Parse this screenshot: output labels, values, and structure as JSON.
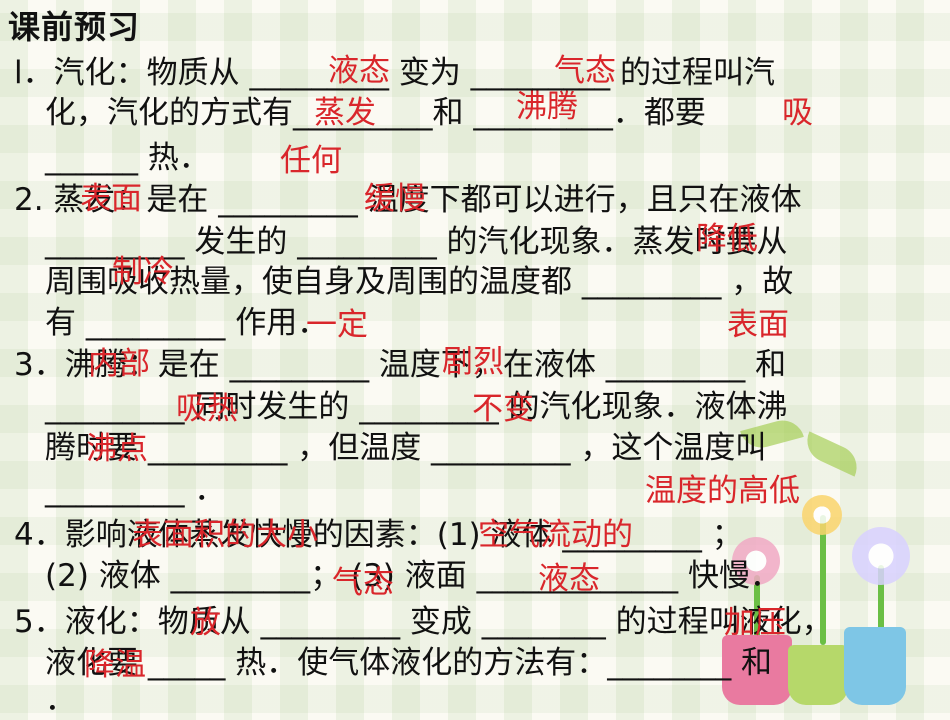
{
  "title": "课前预习",
  "lines": [
    "l．汽化：物质从 _________ 变为 _________ 的过程叫汽",
    "　化，汽化的方式有_________和 _________．都要",
    "　______ 热．",
    "2. 蒸发：是在 _________ 温度下都可以进行，且只在液体",
    "　_________ 发生的 _________ 的汽化现象．蒸发时要从",
    "　周围吸收热量，使自身及周围的温度都 _________ ，故",
    "　有 _________ 作用．",
    "3．沸腾：是在 _________ 温度下，在液体 _________ 和",
    "　_________ 同时发生的 _________ 的汽化现象．液体沸",
    "　腾时要 _________ ，但温度 _________ ，这个温度叫",
    "　_________ ．",
    "4．影响液体蒸发快慢的因素：(1) 液体 _________ ；",
    "　(2) 液体 _________； (3) 液面 _____________ 快慢．",
    "5．液化：物质从 _________ 变成 ________ 的过程叫液化，",
    "　液化要 _____ 热．使气体液化的方法有：________ 和",
    "　．"
  ],
  "answers": [
    "液态",
    "气态",
    "蒸发",
    "沸腾",
    "吸",
    "任何",
    "表面",
    "缓慢",
    "降低",
    "制冷",
    "一定",
    "表面",
    "内部",
    "剧烈",
    "吸热",
    "不变",
    "沸点",
    "温度的高低",
    "表面积的大小",
    "空气流动的",
    "气态",
    "液态",
    "放",
    "加压",
    "降温"
  ]
}
